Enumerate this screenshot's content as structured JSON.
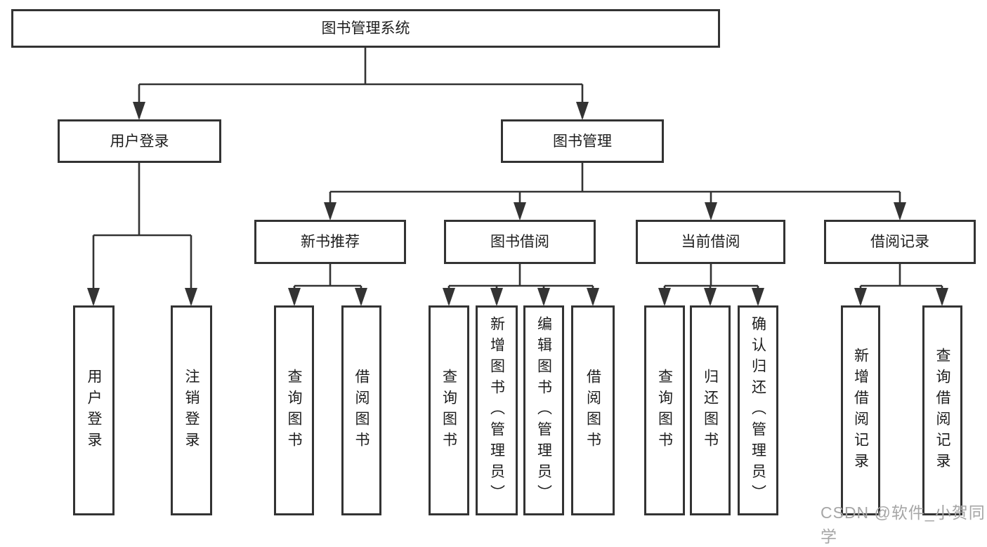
{
  "diagram": {
    "type": "hierarchy",
    "title": "图书管理系统",
    "colors": {
      "line": "#333333",
      "box_border": "#333333",
      "box_fill": "#ffffff",
      "text": "#1d1d1d",
      "watermark": "#a6a6a6",
      "background": "#ffffff"
    }
  },
  "tree": {
    "label": "图书管理系统",
    "children": [
      {
        "label": "用户登录",
        "children": [
          {
            "label": "用户登录"
          },
          {
            "label": "注销登录"
          }
        ]
      },
      {
        "label": "图书管理",
        "children": [
          {
            "label": "新书推荐",
            "children": [
              {
                "label": "查询图书"
              },
              {
                "label": "借阅图书"
              }
            ]
          },
          {
            "label": "图书借阅",
            "children": [
              {
                "label": "查询图书"
              },
              {
                "label": "新增图书（管理员）"
              },
              {
                "label": "编辑图书（管理员）"
              },
              {
                "label": "借阅图书"
              }
            ]
          },
          {
            "label": "当前借阅",
            "children": [
              {
                "label": "查询图书"
              },
              {
                "label": "归还图书"
              },
              {
                "label": "确认归还（管理员）"
              }
            ]
          },
          {
            "label": "借阅记录",
            "children": [
              {
                "label": "新增借阅记录"
              },
              {
                "label": "查询借阅记录"
              }
            ]
          }
        ]
      }
    ]
  },
  "watermark": "CSDN @软件_小贺同学"
}
